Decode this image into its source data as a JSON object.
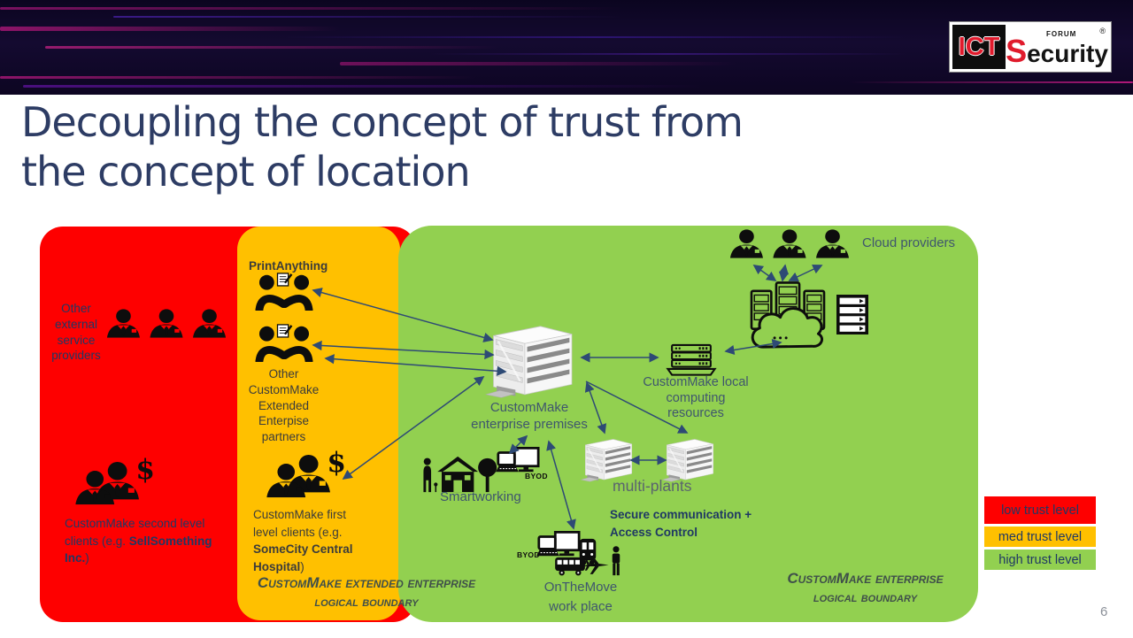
{
  "banner": {
    "logo": {
      "ict": "ICT",
      "forum": "FORUM",
      "s": "S",
      "ecurity": "ecurity",
      "registered": "®"
    }
  },
  "title": {
    "line1": "Decoupling the concept of trust from",
    "line2": "the concept of location"
  },
  "page_number": "6",
  "legend": {
    "items": [
      {
        "label": "low trust level",
        "color": "#FE0000"
      },
      {
        "label": "med trust level",
        "color": "#FFC000"
      },
      {
        "label": "high trust level",
        "color": "#92D050"
      }
    ]
  },
  "red_zone": {
    "external_providers": "Other external service providers",
    "second_level_pre": "CustomMake second level clients (e.g. ",
    "second_level_bold": "SellSomething Inc.",
    "second_level_post": ")"
  },
  "amber_zone": {
    "print_anything": "PrintAnything",
    "extended_partners": "Other CustomMake Extended Enterpise partners",
    "first_level_pre": "CustomMake first level clients (e.g. ",
    "first_level_bold": "SomeCity Central Hospital",
    "first_level_post": ")",
    "boundary_line1": "CustomMake extended enterprise",
    "boundary_line2": "logical boundary"
  },
  "green_zone": {
    "premises": "CustomMake enterprise premises",
    "local_computing": "CustomMake local computing resources",
    "cloud_providers": "Cloud providers",
    "multi_plants": "multi-plants",
    "secure_line1": "Secure communication +",
    "secure_line2": "Access Control",
    "smartworking": "Smartworking",
    "byod_smartworking": "BYOD",
    "byod_onthemove": "BYOD",
    "onthemove_line1": "OnTheMove",
    "onthemove_line2": "work place",
    "boundary_line1": "CustomMake enterprise",
    "boundary_line2": "logical boundary"
  },
  "icons": {
    "businessmen-group": "three business people silhouettes",
    "clients-dollar": "two clients with dollar sign",
    "partnership-agreement": "two people with signed document",
    "office-building": "3D office building",
    "server-stack": "server stack line art",
    "cloud-servers": "servers over a cloud outline",
    "server-rack": "solid server rack",
    "home-office": "person, house and tree",
    "byod-devices": "laptop and monitor",
    "transport": "train, bus, airplane, traveler"
  },
  "colors": {
    "low_trust": "#FE0000",
    "med_trust": "#FFC000",
    "high_trust": "#92D050",
    "arrow": "#2E4A75",
    "title_text": "#2D3C64",
    "navy_text": "#1F3864",
    "slate_text": "#3F566E",
    "boundary_text": "#3F4F4A",
    "logo_red": "#E01B2C"
  }
}
